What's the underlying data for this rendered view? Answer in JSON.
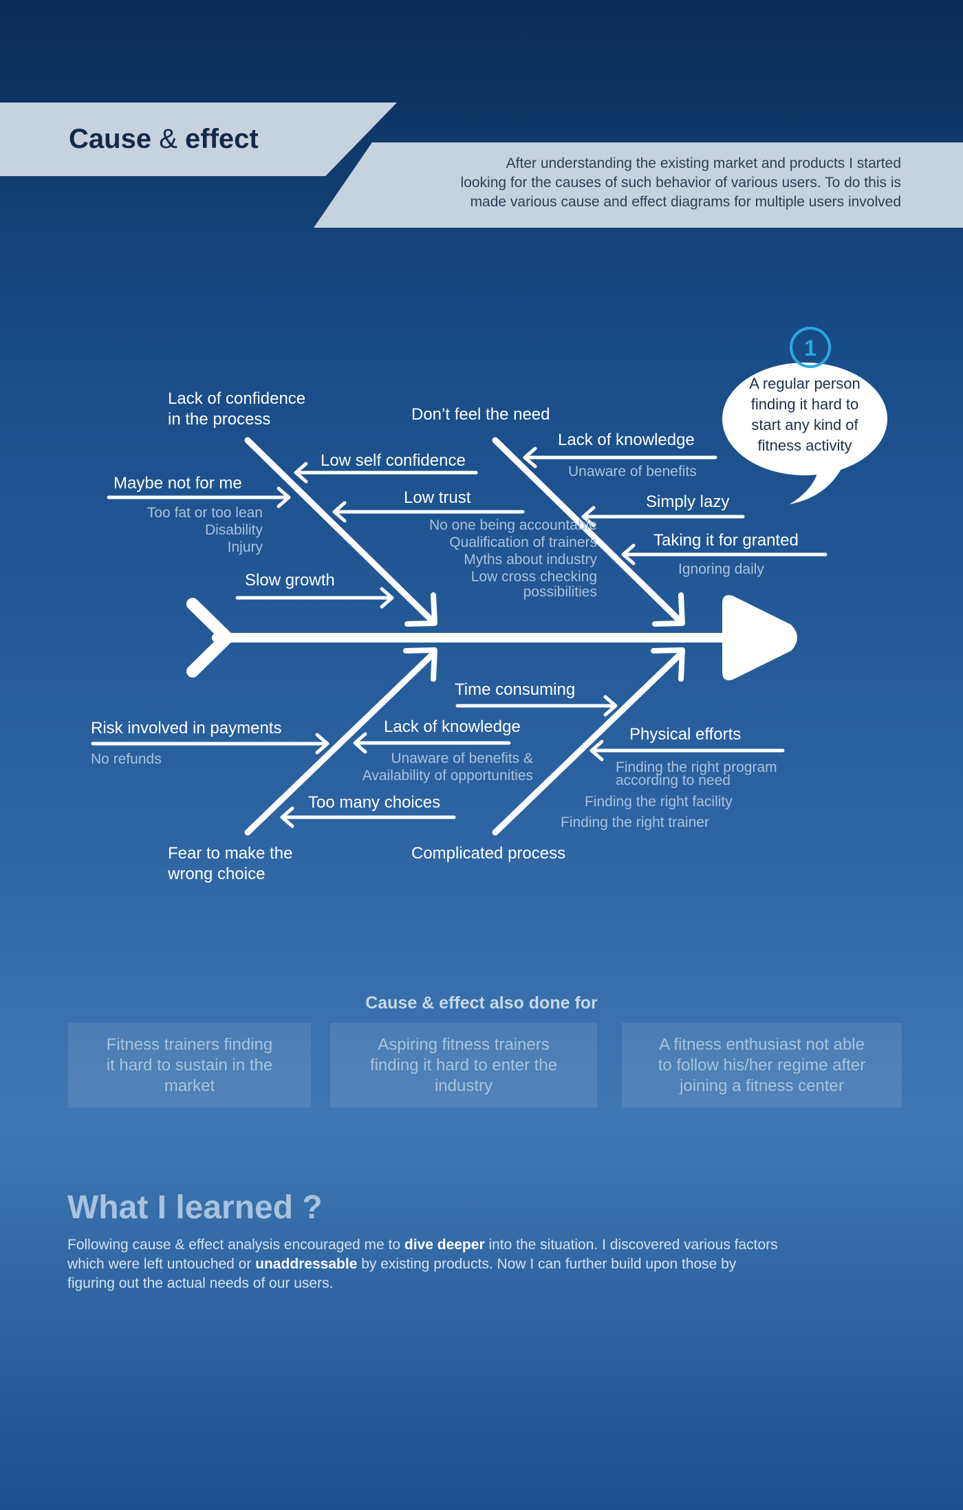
{
  "header": {
    "title_part1": "Cause",
    "title_amp": "&",
    "title_part2": "effect",
    "intro_lines": [
      "After understanding the existing market and products I started",
      "looking for the causes of such behavior of various users. To do this is",
      "made various cause and effect diagrams for multiple users involved"
    ]
  },
  "effect": {
    "number": "1",
    "lines": [
      "A regular person",
      "finding it hard to",
      "start any kind of",
      "fitness activity"
    ]
  },
  "bones": {
    "top_left": {
      "title_lines": [
        "Lack of confidence",
        "in the process"
      ],
      "causes": [
        {
          "label": "Low self confidence",
          "subs": []
        },
        {
          "label": "Maybe not for me",
          "subs": [
            "Too fat or too lean",
            "Disability",
            "Injury"
          ]
        },
        {
          "label": "Low trust",
          "subs": [
            "No one being accountable",
            "Qualification of trainers",
            "Myths about industry",
            "Low  cross checking",
            "possibilities"
          ]
        },
        {
          "label": "Slow growth",
          "subs": []
        }
      ]
    },
    "top_right": {
      "title_lines": [
        "Don’t feel the need"
      ],
      "causes": [
        {
          "label": "Lack of knowledge",
          "subs": [
            "Unaware of benefits"
          ]
        },
        {
          "label": "Simply lazy",
          "subs": []
        },
        {
          "label": "Taking it for granted",
          "subs": [
            "Ignoring daily"
          ]
        }
      ]
    },
    "bottom_left": {
      "title_lines": [
        "Fear to make the",
        "wrong choice"
      ],
      "causes": [
        {
          "label": "Risk involved in payments",
          "subs": [
            "No refunds"
          ]
        },
        {
          "label": "Lack of knowledge",
          "subs": [
            "Unaware of benefits &",
            "Availability of opportunities"
          ]
        },
        {
          "label": "Too many choices",
          "subs": []
        }
      ]
    },
    "bottom_right": {
      "title_lines": [
        "Complicated process"
      ],
      "causes": [
        {
          "label": "Time consuming",
          "subs": []
        },
        {
          "label": "Physical efforts",
          "subs": [
            "Finding the right program",
            "according to need",
            "Finding the right facility",
            "Finding the right trainer"
          ]
        }
      ]
    }
  },
  "also": {
    "title": "Cause & effect also done for",
    "cards": [
      {
        "lines": [
          "Fitness  trainers  finding",
          "it hard to sustain in the",
          "market"
        ]
      },
      {
        "lines": [
          "Aspiring     fitness     trainers",
          "finding it hard to enter the",
          "industry"
        ]
      },
      {
        "lines": [
          "A fitness enthusiast not able",
          "to follow his/her regime after",
          "joining a fitness center"
        ]
      }
    ]
  },
  "learned": {
    "title": "What I learned ?",
    "line1_a": "Following cause & effect analysis encouraged me to ",
    "line1_bold": "dive deeper",
    "line1_b": " into the situation. I discovered various factors",
    "line2_a": "which were left untouched or ",
    "line2_bold": "unaddressable",
    "line2_b": " by existing products. Now I can further build upon those by",
    "line3": "figuring out the actual needs of our users."
  },
  "colors": {
    "background_top": "#0b2a55",
    "background_mid": "#2a62a0",
    "banner": "#c7d2df",
    "title_text": "#13294a",
    "accent_circle": "#2aa8e0",
    "sub_text": "#a9c2de"
  }
}
